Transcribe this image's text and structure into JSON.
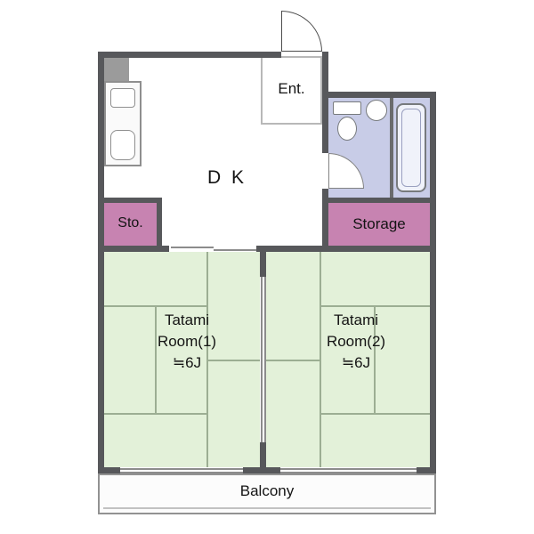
{
  "colors": {
    "wall": "#57585b",
    "tatami_green": "#e3f1d9",
    "tatami_line": "#9cae93",
    "storage_pink": "#c783b1",
    "bathroom_lavender": "#c8cce7",
    "balcony_border": "#929292",
    "fixture_outline": "#777a7d"
  },
  "rooms": {
    "dk": {
      "label": "D K"
    },
    "entrance": {
      "label": "Ent."
    },
    "sto": {
      "label": "Sto."
    },
    "storage": {
      "label": "Storage"
    },
    "tatami1": {
      "line1": "Tatami",
      "line2": "Room(1)",
      "line3": "≒6J"
    },
    "tatami2": {
      "line1": "Tatami",
      "line2": "Room(2)",
      "line3": "≒6J"
    },
    "balcony": {
      "label": "Balcony"
    }
  }
}
